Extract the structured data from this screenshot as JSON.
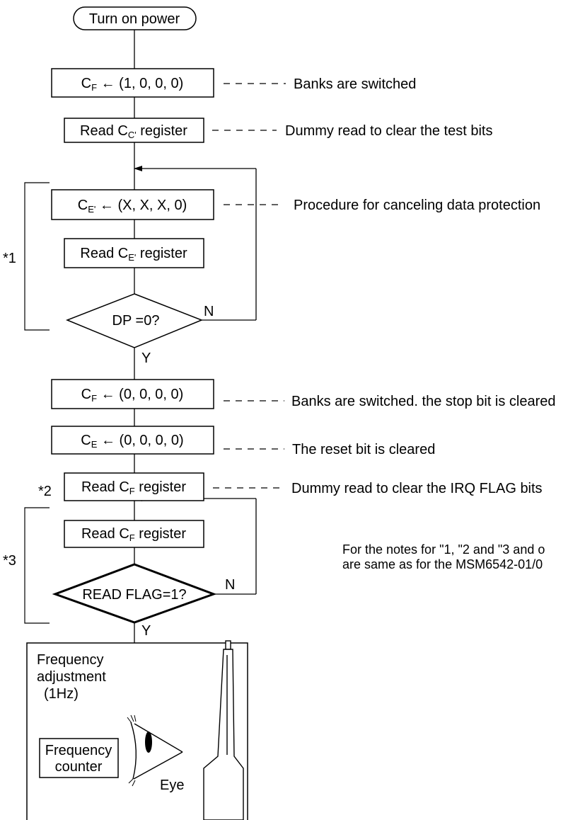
{
  "start": {
    "label": "Turn on power"
  },
  "steps": {
    "cf_set1": {
      "lhs": "C",
      "sub": "F",
      "rhs": " ← (1, 0, 0, 0)"
    },
    "read_cc": {
      "pre": "Read C",
      "sub": "C'",
      "post": " register"
    },
    "ce_set": {
      "lhs": "C",
      "sub": "E'",
      "rhs": " ← (X, X, X, 0)"
    },
    "read_ce": {
      "pre": "Read C",
      "sub": "E'",
      "post": " register"
    },
    "dp_check": {
      "label": "DP =0?",
      "no": "N",
      "yes": "Y"
    },
    "cf_set0": {
      "lhs": "C",
      "sub": "F",
      "rhs": " ← (0, 0, 0, 0)"
    },
    "ce_set0": {
      "lhs": "C",
      "sub": "E",
      "rhs": " ← (0, 0, 0, 0)"
    },
    "read_cf1": {
      "pre": "Read C",
      "sub": "F",
      "post": " register"
    },
    "read_cf2": {
      "pre": "Read C",
      "sub": "F",
      "post": " register"
    },
    "flag_check": {
      "label": "READ FLAG=1?",
      "no": "N",
      "yes": "Y"
    }
  },
  "comments": {
    "c1": "Banks are switched",
    "c2": "Dummy read to clear the test bits",
    "c3": "Procedure for canceling data protection",
    "c4": "Banks are switched.  the stop bit is cleared",
    "c5": "The reset bit is cleared",
    "c6": "Dummy read to clear the IRQ  FLAG bits"
  },
  "brackets": {
    "b1": "*1",
    "b2": "*2",
    "b3": "*3"
  },
  "notes": {
    "line1": "For the notes for \"1, \"2 and \"3 and o",
    "line2": "are same as for the MSM6542-01/0"
  },
  "adjust": {
    "title1": "Frequency",
    "title2": "adjustment",
    "title3": "(1Hz)",
    "counter1": "Frequency",
    "counter2": "counter",
    "eye": "Eye"
  }
}
